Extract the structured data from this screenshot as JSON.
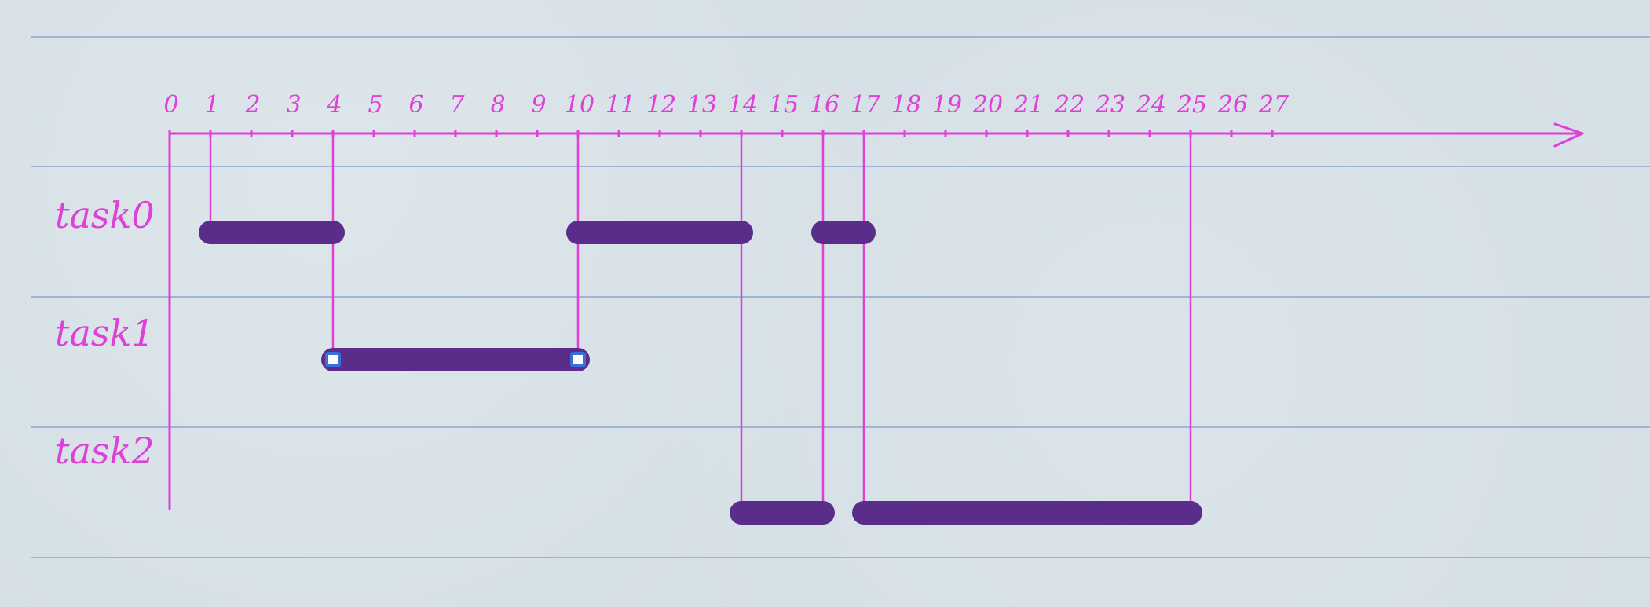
{
  "diagram": {
    "axis_ticks": [
      "0",
      "1",
      "2",
      "3",
      "4",
      "5",
      "6",
      "7",
      "8",
      "9",
      "10",
      "11",
      "12",
      "13",
      "14",
      "15",
      "16",
      "17",
      "18",
      "19",
      "20",
      "21",
      "22",
      "23",
      "24",
      "25",
      "26",
      "27"
    ],
    "tasks": [
      {
        "label": "task0",
        "intervals": [
          [
            1,
            4
          ],
          [
            10,
            14
          ],
          [
            16,
            17
          ]
        ]
      },
      {
        "label": "task1",
        "intervals": [
          [
            4,
            10
          ]
        ]
      },
      {
        "label": "task2",
        "intervals": [
          [
            14,
            16
          ],
          [
            17,
            25
          ]
        ]
      }
    ],
    "colors": {
      "paper": "#d5e0e6",
      "rule_lines": "#8aa6cf",
      "ink": "#e040d8",
      "bar": "#5b2d8a",
      "handle": "#3a6ed8"
    }
  }
}
